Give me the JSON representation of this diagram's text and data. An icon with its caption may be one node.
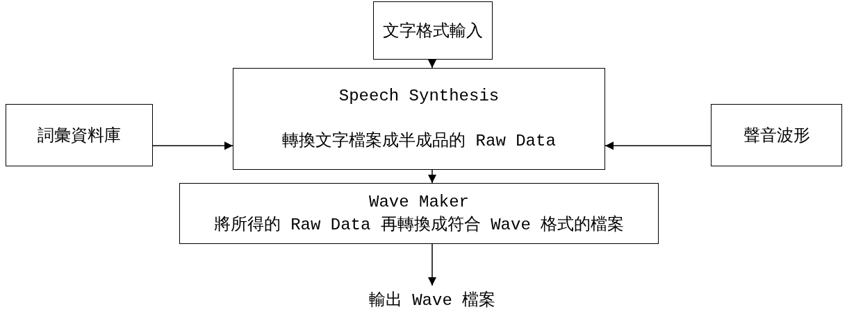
{
  "diagram": {
    "nodes": [
      {
        "text": [
          "文字格式輸入"
        ]
      },
      {
        "text": [
          "Speech Synthesis",
          "轉換文字檔案成半成品的 Raw Data"
        ]
      },
      {
        "text": [
          "詞彙資料庫"
        ]
      },
      {
        "text": [
          "聲音波形"
        ]
      },
      {
        "text": [
          "Wave Maker",
          "將所得的 Raw Data 再轉換成符合 Wave 格式的檔案"
        ]
      },
      {
        "text": [
          "輸出 Wave 檔案"
        ]
      }
    ],
    "edges": [
      {
        "from": 0,
        "to": 1,
        "arrow": "to"
      },
      {
        "from": 2,
        "to": 1,
        "arrow": "to"
      },
      {
        "from": 3,
        "to": 1,
        "arrow": "to"
      },
      {
        "from": 1,
        "to": 4,
        "arrow": "to"
      },
      {
        "from": 4,
        "to": 5,
        "arrow": "to"
      }
    ]
  }
}
